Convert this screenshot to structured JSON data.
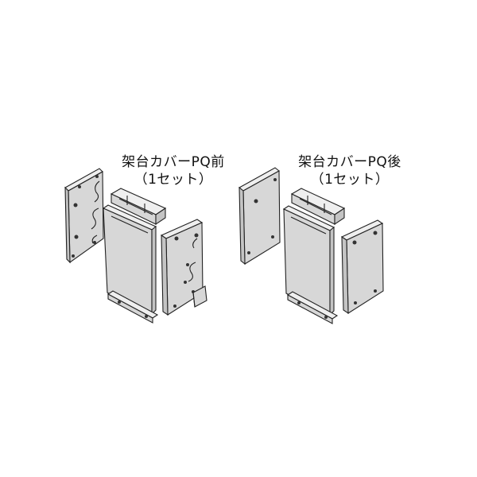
{
  "captions": {
    "front": {
      "title": "架台カバーPQ前",
      "subtitle": "（1セット）"
    },
    "rear": {
      "title": "架台カバーPQ後",
      "subtitle": "（1セット）"
    }
  },
  "colors": {
    "panel_fill": "#d7d7d7",
    "outline": "#222222",
    "background": "#ffffff"
  }
}
